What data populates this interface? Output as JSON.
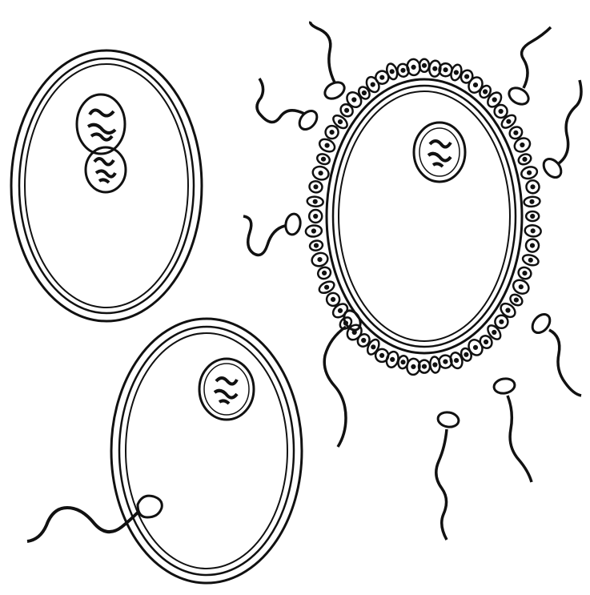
{
  "diagram": {
    "subject": "fertilization-stages",
    "stroke_color": "#111111",
    "background_color": "#ffffff",
    "cells": [
      {
        "id": "egg-penetrated",
        "name": "sperm-entering-egg",
        "has_corona": false,
        "nucleus_count": 1
      },
      {
        "id": "egg-corona",
        "name": "egg-surrounded-by-sperm",
        "has_corona": true,
        "nucleus_count": 1
      },
      {
        "id": "egg-pronuclei",
        "name": "fertilized-egg-with-pronuclei",
        "has_corona": false,
        "nucleus_count": 2
      }
    ],
    "sperm_count": 10
  }
}
